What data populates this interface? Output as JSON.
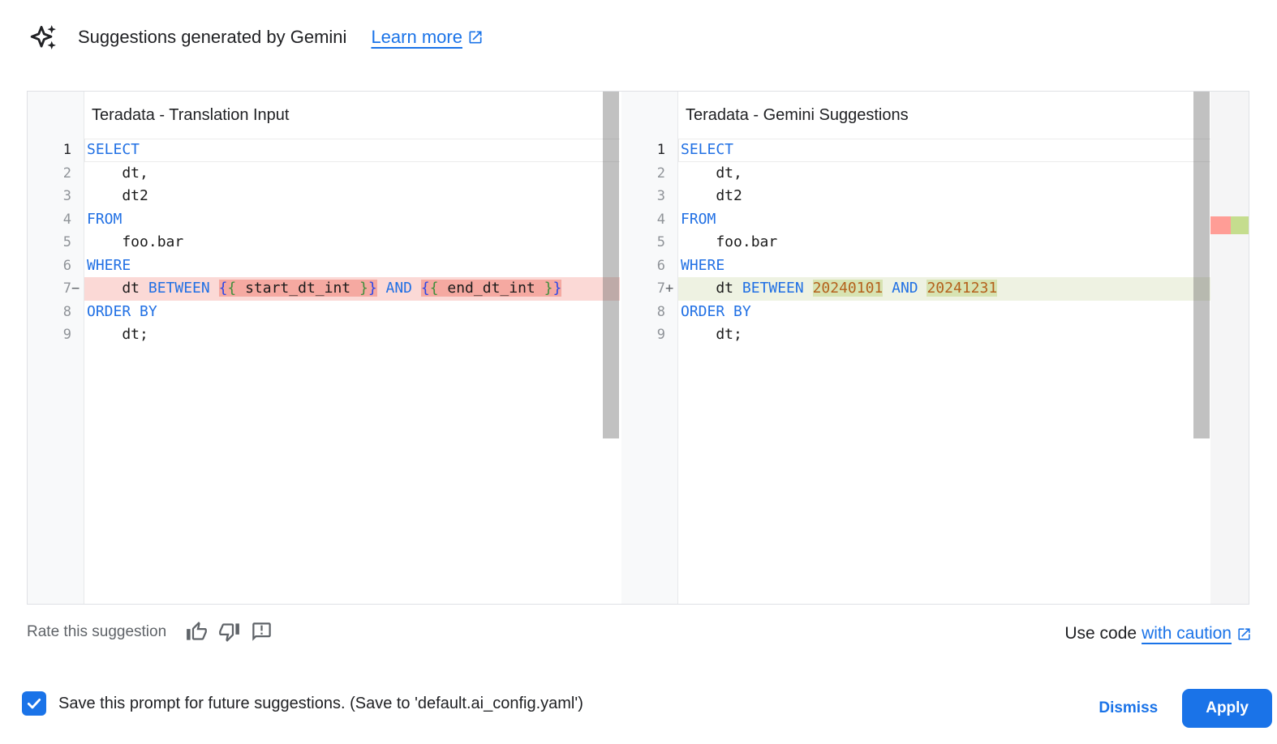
{
  "header": {
    "icon": "gemini-sparkle-icon",
    "title": "Suggestions generated by Gemini",
    "learn_more": "Learn more"
  },
  "panels": {
    "left": {
      "title": "Teradata - Translation Input",
      "lines": [
        {
          "n": "1",
          "active": true,
          "segs": [
            {
              "t": "SELECT",
              "c": "k"
            }
          ]
        },
        {
          "n": "2",
          "segs": [
            {
              "t": "    dt,",
              "c": "p"
            }
          ]
        },
        {
          "n": "3",
          "segs": [
            {
              "t": "    dt2",
              "c": "p"
            }
          ]
        },
        {
          "n": "4",
          "segs": [
            {
              "t": "FROM",
              "c": "k"
            }
          ]
        },
        {
          "n": "5",
          "segs": [
            {
              "t": "    foo.bar",
              "c": "p"
            }
          ]
        },
        {
          "n": "6",
          "segs": [
            {
              "t": "WHERE",
              "c": "k"
            }
          ]
        },
        {
          "n": "7",
          "sign": "−",
          "type": "removed",
          "segs": [
            {
              "t": "    dt ",
              "c": "p"
            },
            {
              "t": "BETWEEN",
              "c": "k"
            },
            {
              "t": " ",
              "c": "p"
            },
            {
              "t": "{",
              "c": "b1",
              "hl": true
            },
            {
              "t": "{",
              "c": "b2",
              "hl": true
            },
            {
              "t": " start_dt_int ",
              "c": "p",
              "hl": true
            },
            {
              "t": "}",
              "c": "b2",
              "hl": true
            },
            {
              "t": "}",
              "c": "b1",
              "hl": true
            },
            {
              "t": " ",
              "c": "p"
            },
            {
              "t": "AND",
              "c": "k"
            },
            {
              "t": " ",
              "c": "p"
            },
            {
              "t": "{",
              "c": "b1",
              "hl": true
            },
            {
              "t": "{",
              "c": "b2",
              "hl": true
            },
            {
              "t": " end_dt_int ",
              "c": "p",
              "hl": true
            },
            {
              "t": "}",
              "c": "b2",
              "hl": true
            },
            {
              "t": "}",
              "c": "b1",
              "hl": true
            }
          ]
        },
        {
          "n": "8",
          "segs": [
            {
              "t": "ORDER BY",
              "c": "k"
            }
          ]
        },
        {
          "n": "9",
          "segs": [
            {
              "t": "    dt;",
              "c": "p"
            }
          ]
        }
      ]
    },
    "right": {
      "title": "Teradata - Gemini Suggestions",
      "lines": [
        {
          "n": "1",
          "active": true,
          "segs": [
            {
              "t": "SELECT",
              "c": "k"
            }
          ]
        },
        {
          "n": "2",
          "segs": [
            {
              "t": "    dt,",
              "c": "p"
            }
          ]
        },
        {
          "n": "3",
          "segs": [
            {
              "t": "    dt2",
              "c": "p"
            }
          ]
        },
        {
          "n": "4",
          "segs": [
            {
              "t": "FROM",
              "c": "k"
            }
          ]
        },
        {
          "n": "5",
          "segs": [
            {
              "t": "    foo.bar",
              "c": "p"
            }
          ]
        },
        {
          "n": "6",
          "segs": [
            {
              "t": "WHERE",
              "c": "k"
            }
          ]
        },
        {
          "n": "7",
          "sign": "+",
          "type": "added",
          "segs": [
            {
              "t": "    dt ",
              "c": "p"
            },
            {
              "t": "BETWEEN",
              "c": "k"
            },
            {
              "t": " ",
              "c": "p"
            },
            {
              "t": "20240101",
              "c": "n",
              "hl": true
            },
            {
              "t": " ",
              "c": "p"
            },
            {
              "t": "AND",
              "c": "k"
            },
            {
              "t": " ",
              "c": "p"
            },
            {
              "t": "20241231",
              "c": "n",
              "hl": true
            }
          ]
        },
        {
          "n": "8",
          "segs": [
            {
              "t": "ORDER BY",
              "c": "k"
            }
          ]
        },
        {
          "n": "9",
          "segs": [
            {
              "t": "    dt;",
              "c": "p"
            }
          ]
        }
      ]
    }
  },
  "rate": {
    "label": "Rate this suggestion",
    "icons": [
      "thumb-up-icon",
      "thumb-down-icon",
      "feedback-icon"
    ]
  },
  "caution": {
    "prefix": "Use code",
    "link": "with caution"
  },
  "footer": {
    "checkbox_checked": true,
    "save_label": "Save this prompt for future suggestions. (Save to 'default.ai_config.yaml')",
    "dismiss": "Dismiss",
    "apply": "Apply"
  },
  "colors": {
    "accent": "#1a73e8",
    "text": "#202124",
    "muted": "#5f6368",
    "border": "#dfe1e5",
    "gutter_bg": "#f8f9fa",
    "line_number": "#8f9398",
    "keyword": "#2170e4",
    "plain": "#1b1b1b",
    "number_literal": "#b4611c",
    "brace_outer": "#2b46e8",
    "brace_inner": "#3f8f3c",
    "removed_line_bg": "#fbd9d6",
    "removed_word_bg": "#f5a9a1",
    "added_line_bg": "#eef2e2",
    "added_word_bg": "#d7e3b2",
    "ruler_removed": "#ff9d96",
    "ruler_added": "#c5dd8e"
  }
}
